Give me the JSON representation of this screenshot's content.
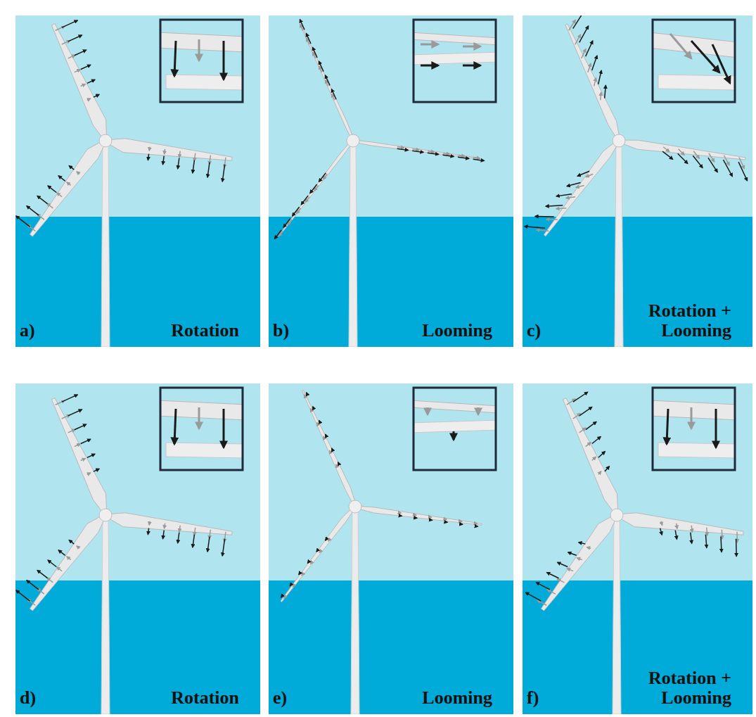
{
  "diagram": {
    "nodes": [
      {
        "text": [
          "a)",
          "Rotation"
        ]
      },
      {
        "text": [
          "b)",
          "Looming"
        ]
      },
      {
        "text": [
          "c)",
          "Rotation + Looming"
        ]
      },
      {
        "text": [
          "d)",
          "Rotation"
        ]
      },
      {
        "text": [
          "e)",
          "Looming"
        ]
      },
      {
        "text": [
          "f)",
          "Rotation + Looming"
        ]
      }
    ]
  }
}
